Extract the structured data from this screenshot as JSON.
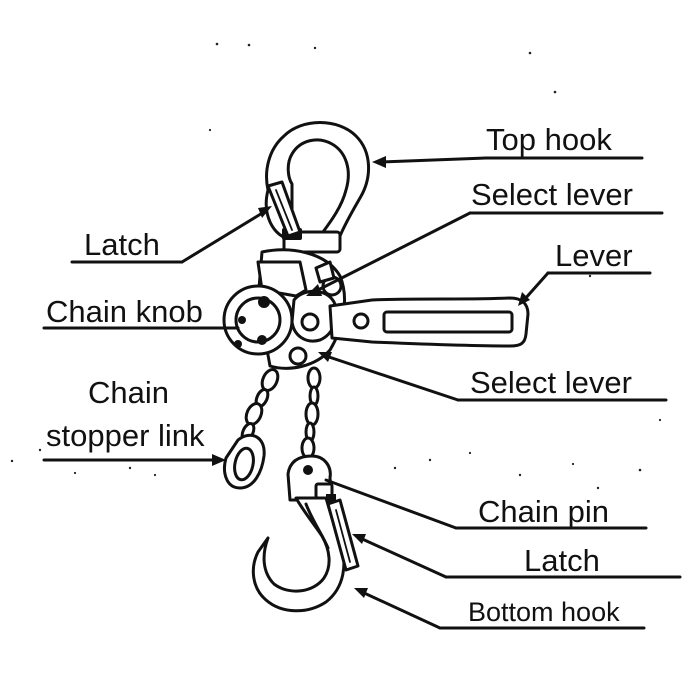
{
  "labels": {
    "top_hook": "Top hook",
    "select_lever_top": "Select lever",
    "latch_top": "Latch",
    "lever": "Lever",
    "chain_knob": "Chain knob",
    "select_lever_bottom": "Select lever",
    "chain_stopper_line1": "Chain",
    "chain_stopper_line2": "stopper link",
    "chain_pin": "Chain pin",
    "latch_bottom": "Latch",
    "bottom_hook": "Bottom hook"
  },
  "colors": {
    "ink": "#111111",
    "background": "#ffffff"
  }
}
